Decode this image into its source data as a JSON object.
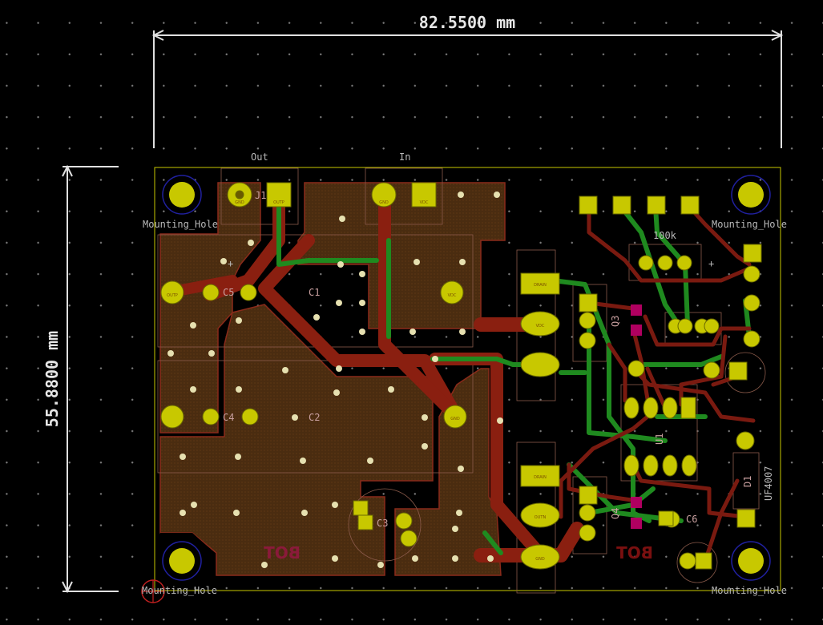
{
  "dimensions": {
    "width": "82.5500 mm",
    "height": "55.8800 mm"
  },
  "labels": {
    "mount_tl": "Mounting_Hole",
    "mount_tr": "Mounting_Hole",
    "mount_bl": "Mounting_Hole",
    "mount_br": "Mounting_Hole",
    "out": "Out",
    "in": "In",
    "c1": "C1",
    "c2": "C2",
    "c3": "C3",
    "c4": "C4",
    "c5": "C5",
    "c6": "C6",
    "q3": "Q3",
    "q4": "Q4",
    "u1": "U1",
    "d1": "D1",
    "uf4007": "UF4007",
    "pot": "100k",
    "bot_left": "BOT",
    "bot_right": "BOT",
    "j1": "J1",
    "plus1": "+",
    "plus2": "+"
  },
  "pad_labels": {
    "gnd": "GND",
    "vdc": "VDC",
    "outp": "OUTP",
    "outn": "OUTN",
    "drain": "DRAIN"
  },
  "colors": {
    "copper_fill": "#4a2e12",
    "copper_edge": "#8a2a1a",
    "track_red": "#8a1f10",
    "track_green": "#1f8a1f",
    "pad": "#c8c800",
    "board_edge": "#c8c800",
    "smd_pad": "#b00060"
  }
}
